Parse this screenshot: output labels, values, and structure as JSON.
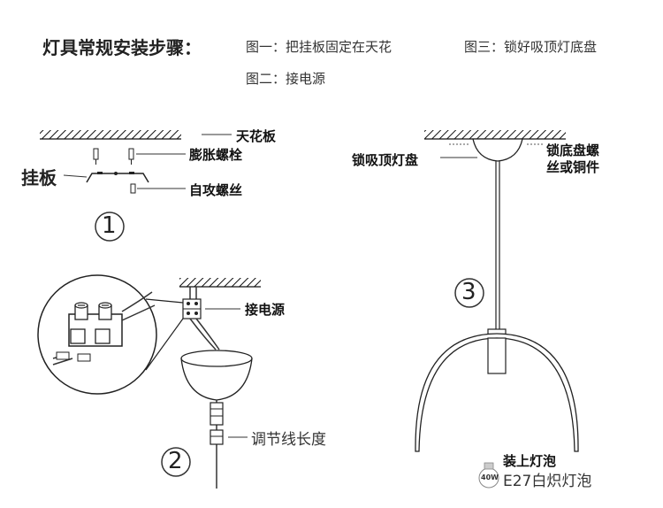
{
  "title": "灯具常规安装步骤：",
  "legend": {
    "fig1": "图一：把挂板固定在天花",
    "fig2": "图二：接电源",
    "fig3": "图三：锁好吸顶灯底盘"
  },
  "step1": {
    "number": "1",
    "ceiling_label": "天花板",
    "anchor_label": "膨胀螺栓",
    "plate_label": "挂板",
    "screw_label": "自攻螺丝"
  },
  "step2": {
    "number": "2",
    "power_label": "接电源",
    "adjust_label": "调节线长度"
  },
  "step3": {
    "number": "3",
    "canopy_label": "锁吸顶灯盘",
    "lock_label_line1": "锁底盘螺",
    "lock_label_line2": "丝或铜件",
    "bulb_install_label": "装上灯泡",
    "bulb_spec_label": "E27白炽灯泡",
    "bulb_watt": "40W"
  }
}
